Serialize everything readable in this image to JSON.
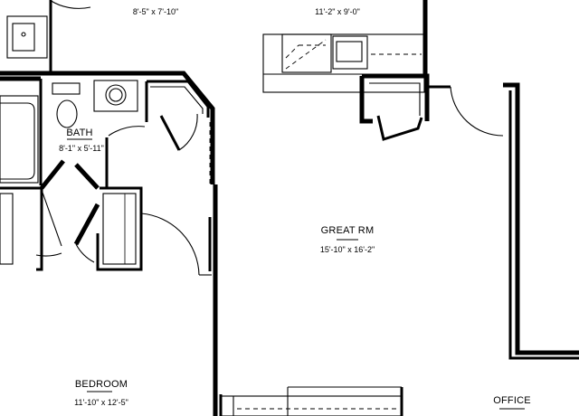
{
  "rooms": {
    "top_left_dim": "8'-5\" x 7'-10\"",
    "kitchen_dim": "11'-2\" x 9'-0\"",
    "bath": {
      "name": "BATH",
      "dim": "8'-1\" x 5'-11\""
    },
    "great_room": {
      "name": "GREAT RM",
      "dim": "15'-10\" x 16'-2\""
    },
    "bedroom": {
      "name": "BEDROOM",
      "dim": "11'-10\" x 12'-5\""
    },
    "office": {
      "name": "OFFICE"
    }
  }
}
